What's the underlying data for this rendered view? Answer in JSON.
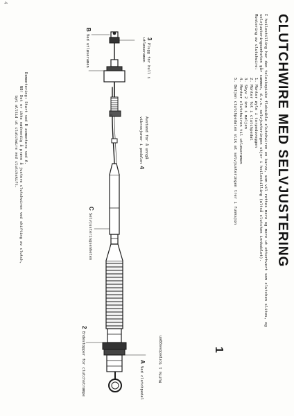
{
  "document": {
    "title": "CLUTCHWIRE MED SELVJUSTERING",
    "page_number": "1",
    "intro": "I hvilestilling har den teleskopiske fleksible clutchwiren en kurve, som vil rettes mere og mere ut etterhvert som clutchen slites, og selvjusteringsenheten går sammen, d.v.s. selvjusteringen skjer i hvilestilling (altså clutchen innkoblet).",
    "montering_heading": "Montering av clutchwire:",
    "steps": [
      "1. Monter øyle i torpedoveggen",
      "2. Monter fot i clutchpedal",
      "3. Skyv 2 inn i møljen",
      "4. Monter clutchwiren til utløseramen",
      "5. Betjen clutchpedalen slik at selvjusteringen trer i funksjon"
    ],
    "labels": {
      "a_letter": "A",
      "a_text": "Ved clutchpedal",
      "muffe_text": "Muffe i torpedoveggen",
      "two_num": "2",
      "two_text": "Endestopper for clutchstrømpe",
      "c_letter": "C",
      "c_text": "Selvjusteringsenheten",
      "four_num": "4",
      "four_text": "Avstand for å unngå vibrasjoner i pedalen",
      "three_num": "3",
      "three_text": "Plugg for hull i utløseramen",
      "b_letter": "B",
      "b_text": "Ved utløseramen"
    },
    "demontering": "Demontering: Start ved B avmontere ved A.",
    "nb_lines": [
      "NB! Det er ikke nødvendig å prøve å justere clutchwiren ved skifting av clutch,",
      "byt alltid ut clutchwire ved clutchskift."
    ],
    "corner_mark": "4"
  }
}
